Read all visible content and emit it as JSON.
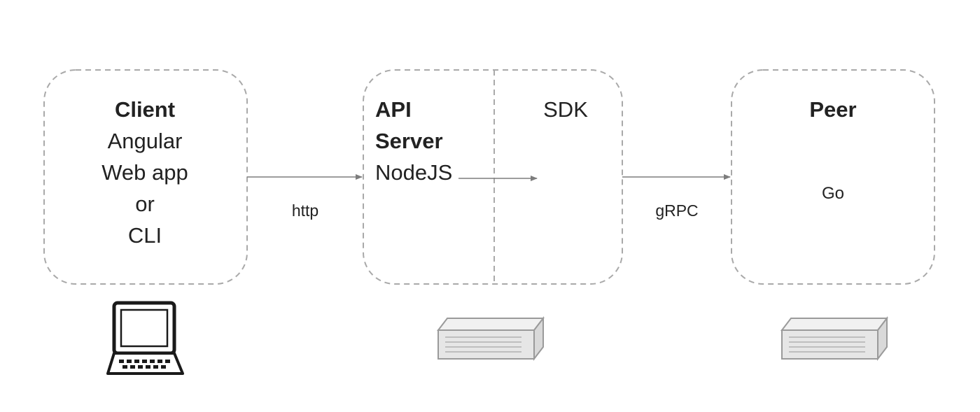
{
  "client": {
    "title": "Client",
    "lines": [
      "Angular",
      "Web app",
      "or",
      "CLI"
    ],
    "device_icon": "laptop-icon"
  },
  "api_server": {
    "title_line1": "API",
    "title_line2": "Server",
    "runtime": "NodeJS",
    "sdk_label": "SDK",
    "device_icon": "server-icon"
  },
  "peer": {
    "title": "Peer",
    "runtime": "Go",
    "device_icon": "server-icon"
  },
  "connections": {
    "client_to_api": "http",
    "api_to_peer": "gRPC"
  },
  "colors": {
    "dashed_border": "#a9a9a9",
    "arrow": "#7d7d7d",
    "text": "#222222",
    "device_fill": "#e6e6e6",
    "device_stroke": "#9a9a9a"
  }
}
